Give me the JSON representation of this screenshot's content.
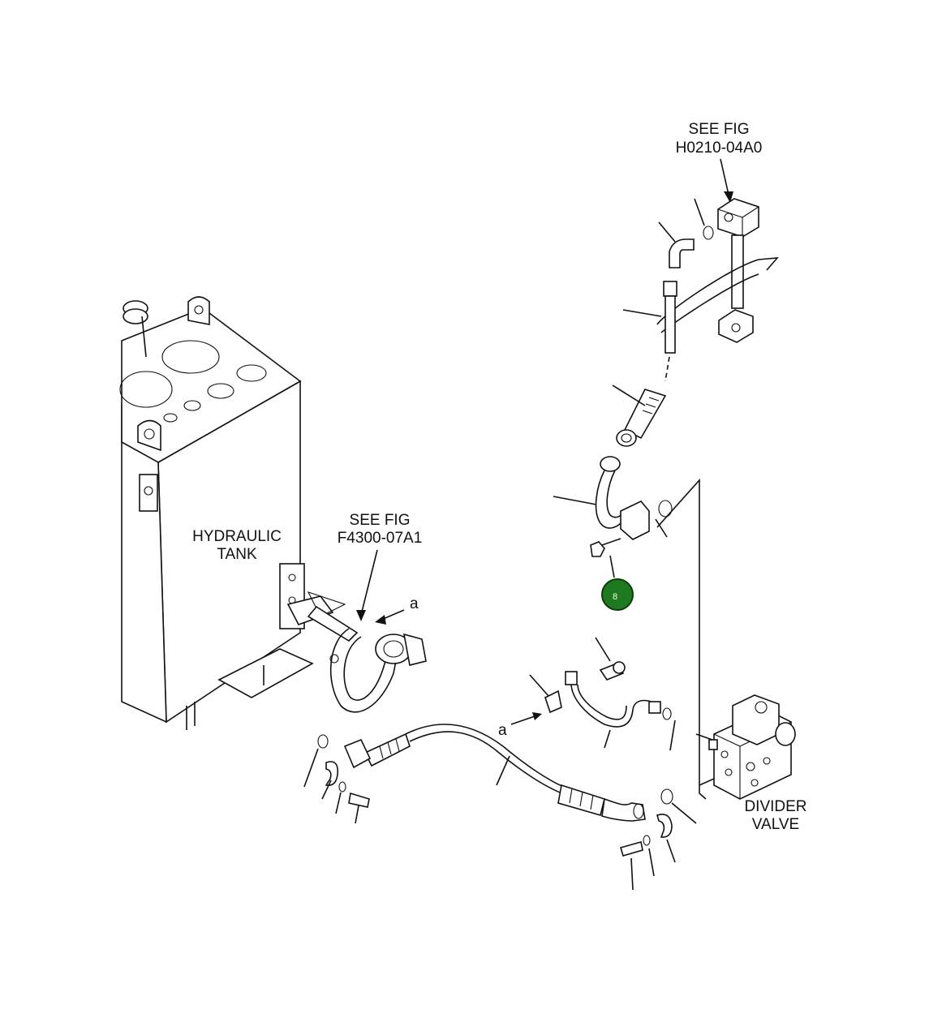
{
  "labels": {
    "see_fig_top_line1": "SEE FIG",
    "see_fig_top_line2": "H0210-04A0",
    "see_fig_mid_line1": "SEE FIG",
    "see_fig_mid_line2": "F4300-07A1",
    "tank_line1": "HYDRAULIC",
    "tank_line2": "TANK",
    "divider_line1": "DIVIDER",
    "divider_line2": "VALVE",
    "ref_a_upper": "a",
    "ref_a_lower": "a"
  },
  "callout": {
    "number": "8",
    "color": "#1e7a1e"
  }
}
